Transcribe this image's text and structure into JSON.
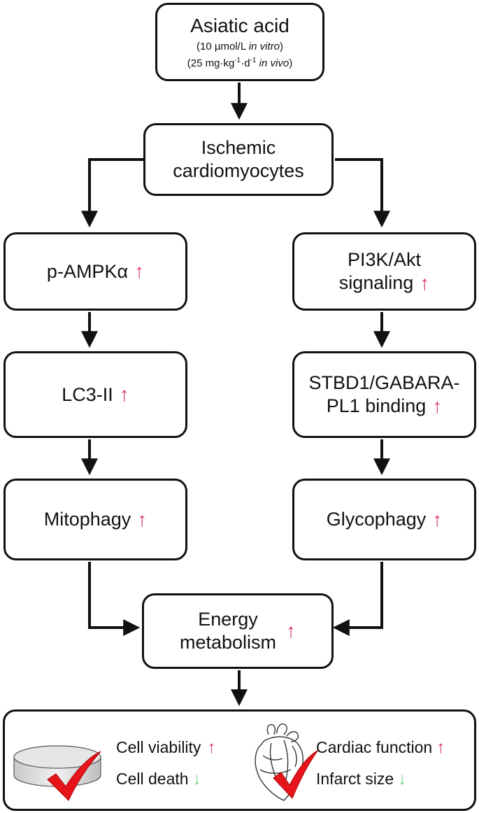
{
  "top": {
    "title": "Asiatic acid",
    "line1_prefix": "(10 µmol/L ",
    "line1_italic": "in vitro",
    "line1_suffix": ")",
    "line2_prefix": "(25 mg·kg",
    "line2_sup1": "-1",
    "line2_mid": "·d",
    "line2_sup2": "-1",
    "line2_italic": "in vivo",
    "line2_suffix": ")"
  },
  "ischemic": {
    "line1": "Ischemic",
    "line2": "cardiomyocytes"
  },
  "left": {
    "ampk": "p-AMPKα",
    "lc3": "LC3-II",
    "mito": "Mitophagy"
  },
  "right": {
    "pi3k_line1": "PI3K/Akt",
    "pi3k_line2": "signaling",
    "stbd_line1": "STBD1/GABARA-",
    "stbd_line2": "PL1 binding",
    "glyco": "Glycophagy"
  },
  "energy": {
    "line1": "Energy",
    "line2": "metabolism"
  },
  "outcome": {
    "cell_viability": "Cell viability",
    "cell_death": "Cell death",
    "cardiac_function": "Cardiac function",
    "infarct_size": "Infarct size"
  },
  "symbols": {
    "up": "↑",
    "down": "↓"
  },
  "colors": {
    "up_arrow": "#d6337a",
    "down_arrow": "#6fd37a",
    "check": "#e8141c"
  },
  "icons": {
    "dish": "petri-dish-icon",
    "heart": "heart-icon",
    "check": "checkmark-icon"
  }
}
